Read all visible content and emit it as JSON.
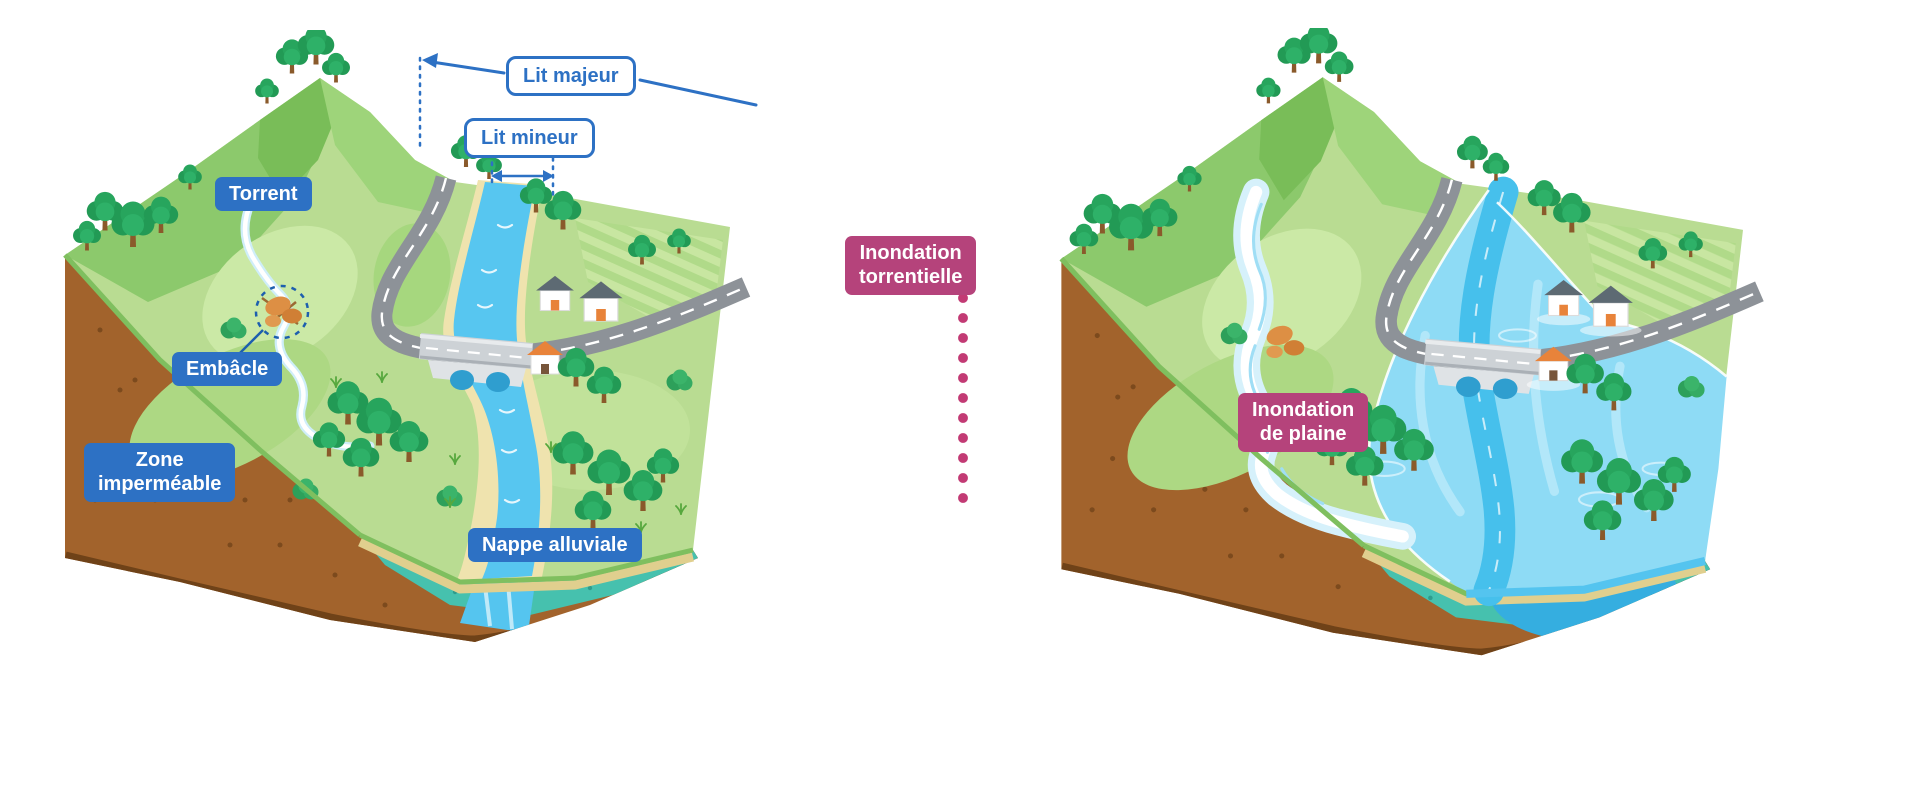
{
  "left_panel": {
    "labels": {
      "lit_majeur": "Lit majeur",
      "lit_mineur": "Lit mineur",
      "torrent": "Torrent",
      "embacle": "Embâcle",
      "zone_impermeable_line1": "Zone",
      "zone_impermeable_line2": "imperméable",
      "nappe_alluviale": "Nappe alluviale"
    }
  },
  "right_panel": {
    "labels": {
      "inondation_torrentielle_line1": "Inondation",
      "inondation_torrentielle_line2": "torrentielle",
      "inondation_plaine_line1": "Inondation",
      "inondation_plaine_line2": "de plaine"
    }
  },
  "colors": {
    "blue_label": "#2d71c4",
    "magenta_label": "#b5437b",
    "separator_dots": "#c23a74",
    "grass": "#b9dc92",
    "mountain_green": "#8cc96c",
    "river_blue": "#57c6f0",
    "flood_blue": "#8edbf5",
    "soil_brown": "#a2632c",
    "aquifer_teal": "#46c1ae",
    "sand": "#efe3ae",
    "road_gray": "#8d9298"
  }
}
